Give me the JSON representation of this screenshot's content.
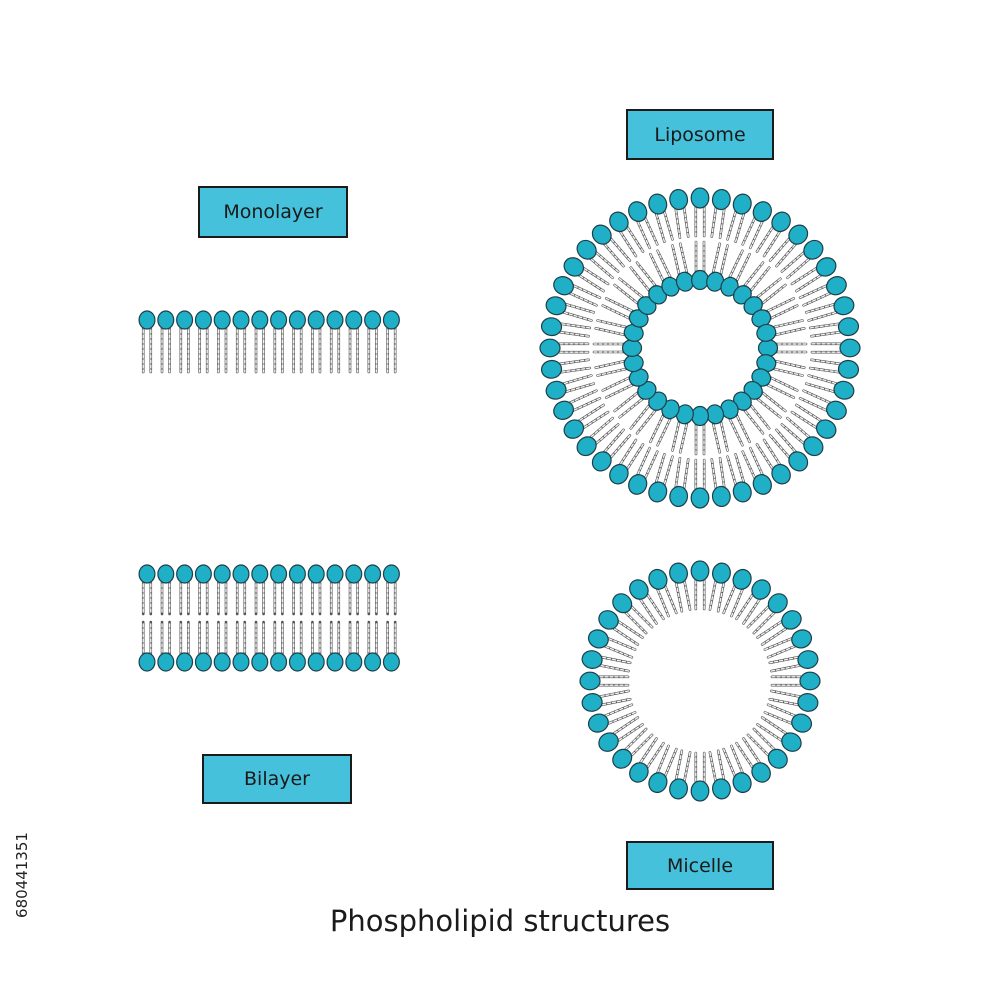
{
  "labels": {
    "monolayer": "Monolayer",
    "liposome": "Liposome",
    "bilayer": "Bilayer",
    "micelle": "Micelle"
  },
  "title": "Phospholipid structures",
  "stock_id": "680441351",
  "colors": {
    "head_fill": "#1fb0c7",
    "head_stroke": "#1e3f48",
    "label_fill": "#45c1dc",
    "tail_fill": "#f2f3f4",
    "tail_stroke": "#555555"
  }
}
